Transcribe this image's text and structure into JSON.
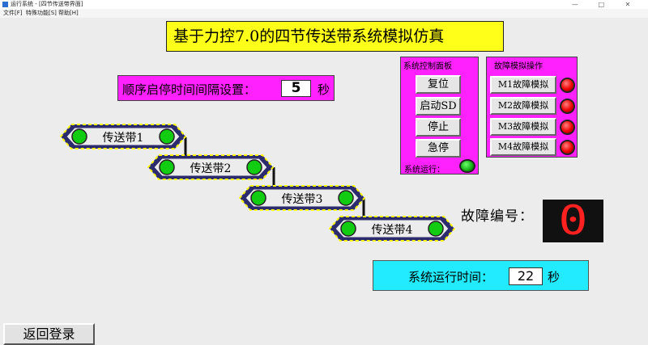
{
  "window": {
    "title": "运行系统 - [四节传送带界面]",
    "controls": [
      "—",
      "□",
      "✕"
    ]
  },
  "menu": [
    "文件[F]",
    "特殊功能[S]",
    "帮助[H]"
  ],
  "title": "基于力控7.0的四节传送带系统模拟仿真",
  "interval": {
    "label": "顺序启停时间间隔设置：",
    "value": "5",
    "unit": "秒"
  },
  "belts": [
    "传送带1",
    "传送带2",
    "传送带3",
    "传送带4"
  ],
  "control_panel": {
    "title": "系统控制面板",
    "buttons": [
      "复位",
      "启动SD",
      "停止",
      "急停"
    ],
    "status_label": "系统运行："
  },
  "fault_panel": {
    "title": "故障模拟操作",
    "buttons": [
      "M1故障模拟",
      "M2故障模拟",
      "M3故障模拟",
      "M4故障模拟"
    ]
  },
  "fault_number": {
    "label": "故障编号：",
    "value": "0"
  },
  "runtime": {
    "label": "系统运行时间：",
    "value": "22",
    "unit": "秒"
  },
  "back_button": "返回登录",
  "colors": {
    "title_bg": "#ffff1a",
    "panel_bg": "#ff22ff",
    "runtime_bg": "#22eaff",
    "led_green": "#11aa11",
    "led_red": "#ee0000",
    "digit": "#ff2020"
  }
}
